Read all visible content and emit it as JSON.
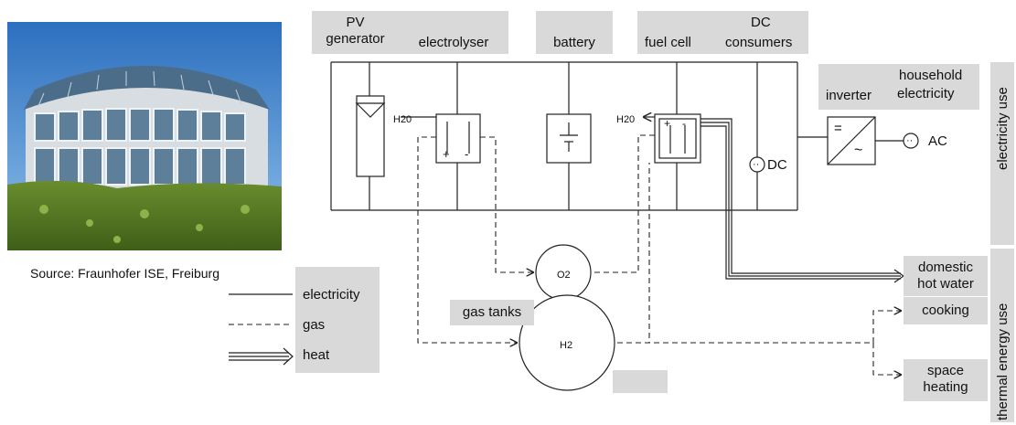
{
  "labels": {
    "pv_line1": "PV",
    "pv_line2": "generator",
    "electrolyser": "electrolyser",
    "battery": "battery",
    "fuel_cell": "fuel cell",
    "dc_line1": "DC",
    "dc_line2": "consumers",
    "inverter": "inverter",
    "household_line1": "household",
    "household_line2": "electricity",
    "h2o_left": "H20",
    "h2o_right": "H20",
    "plus": "+",
    "minus": "-",
    "dc_node": "DC",
    "ac_node": "AC",
    "domestic_line1": "domestic",
    "domestic_line2": "hot water",
    "gas_tanks": "gas tanks",
    "o2": "O2",
    "h2": "H2",
    "cooking": "cooking",
    "space_line1": "space",
    "space_line2": "heating",
    "electricity_use": "electricity use",
    "thermal_use": "thermal energy use",
    "inverter_eq": "=",
    "inverter_ac": "~"
  },
  "legend": {
    "electricity": "electricity",
    "gas": "gas",
    "heat": "heat"
  },
  "source": "Source: Fraunhofer ISE, Freiburg",
  "colors": {
    "label_bg": "#d9d9d9",
    "line": "#222222"
  }
}
